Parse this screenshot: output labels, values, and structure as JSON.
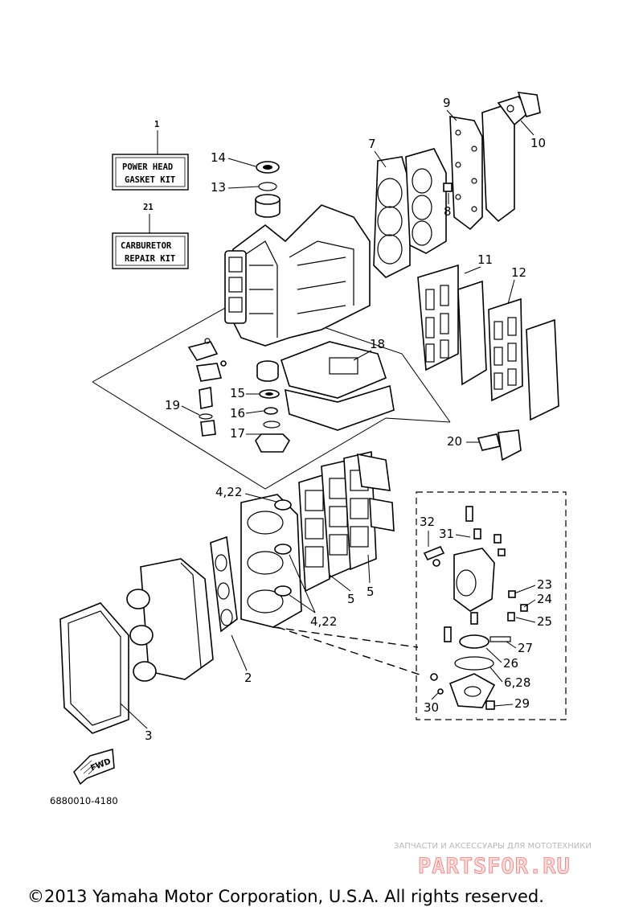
{
  "kits": {
    "power_head": {
      "number": "1",
      "line1": "POWER HEAD",
      "line2": "GASKET KIT"
    },
    "carburetor": {
      "number": "21",
      "line1": "CARBURETOR",
      "line2": "REPAIR KIT"
    }
  },
  "callouts": {
    "c2": "2",
    "c3": "3",
    "c4_22_top": "4,22",
    "c4_22_bottom": "4,22",
    "c5a": "5",
    "c5b": "5",
    "c6_28": "6,28",
    "c7": "7",
    "c8": "8",
    "c9": "9",
    "c10": "10",
    "c11": "11",
    "c12": "12",
    "c13": "13",
    "c14": "14",
    "c15": "15",
    "c16": "16",
    "c17": "17",
    "c18": "18",
    "c19": "19",
    "c20": "20",
    "c23": "23",
    "c24": "24",
    "c25": "25",
    "c26": "26",
    "c27": "27",
    "c29": "29",
    "c30": "30",
    "c31": "31",
    "c32": "32"
  },
  "fwd_label": "FWD",
  "part_code": "6880010-4180",
  "watermark": {
    "tagline": "ЗАПЧАСТИ И АКСЕССУАРЫ ДЛЯ МОТОТЕХНИКИ",
    "brand": "PARTSFOR.RU"
  },
  "copyright": "©2013 Yamaha Motor Corporation, U.S.A. All rights reserved.",
  "icons": {
    "fwd_arrow": "fwd-arrow-icon",
    "kit_box": "kit-box-icon"
  }
}
